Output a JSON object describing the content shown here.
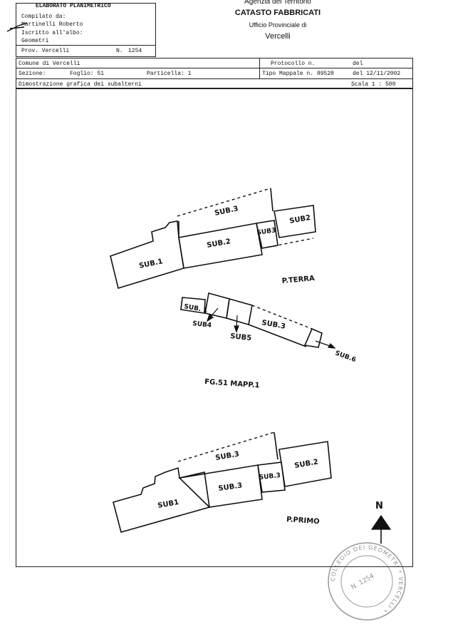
{
  "header": {
    "doc_type": "ELABORATO PLANIMETRICO",
    "compiled_by_label": "Compilato da:",
    "compiled_by_name": "Martinelli Roberto",
    "register_label": "Iscritto all'albo:",
    "register_value": "Geometri",
    "province": "Prov. Vercelli",
    "number_label": "N.",
    "number_value": "1254",
    "agency_line": "Agenzia del Territorio",
    "catasto_title": "CATASTO FABBRICATI",
    "office": "Ufficio Provinciale di",
    "city": "Vercelli"
  },
  "info": {
    "comune": "Comune di Vercelli",
    "sezione": "Sezione:",
    "foglio": "Foglio: 51",
    "particella": "Particella: 1",
    "protocollo": "Protocollo n.",
    "del_label": "del",
    "tipo_mappale": "Tipo Mappale n. 89528",
    "tipo_date": "del 12/11/2002",
    "dimostrazione": "Dimostrazione grafica dei subalterni",
    "scala": "Scala 1 : 500"
  },
  "drawing": {
    "terra": {
      "sub1": "SUB.1",
      "sub2": "SUB.2",
      "sub3_top": "SUB.3",
      "sub3_small": "SUB3",
      "sub2_right": "SUB2",
      "floor": "P.TERRA"
    },
    "mid": {
      "sub1": "SUB. 1",
      "sub4": "SUB4",
      "sub5": "SUB5",
      "sub3": "SUB.3",
      "sub6": "SUB.6",
      "ref": "FG.51 MAPP.1"
    },
    "primo": {
      "sub1": "SUB1",
      "sub3_top": "SUB.3",
      "sub3_mid": "SUB.3",
      "sub3_small": "SUB.3",
      "sub2": "SUB.2",
      "floor": "P.PRIMO"
    },
    "north": "N"
  },
  "stamp": {
    "ring_text": "COLLEGIO DEI GEOMETRI * VERCELLI *",
    "inner": "N. 1254"
  }
}
